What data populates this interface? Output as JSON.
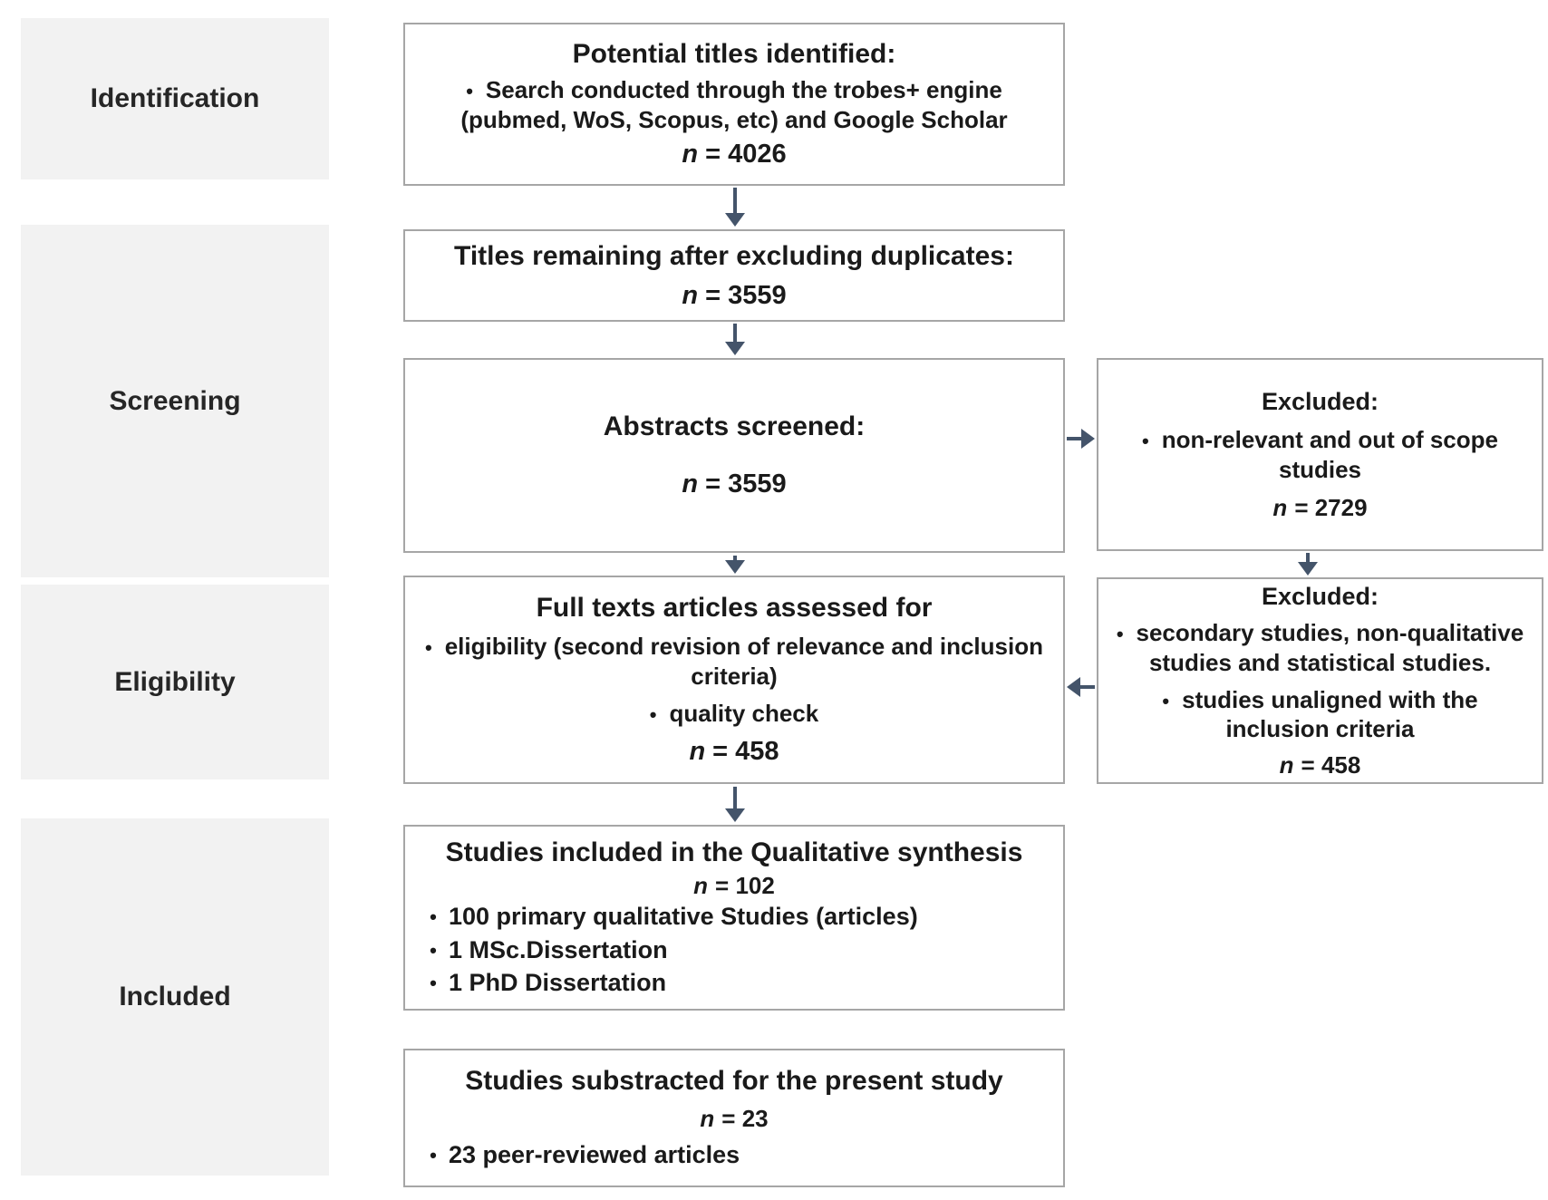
{
  "colors": {
    "stage_fill": "#f2f2f2",
    "box_border": "#a6a6a6",
    "arrow": "#44546a",
    "text": "#1a1a1a"
  },
  "glyphs": {
    "bullet": "•"
  },
  "stages": [
    {
      "label": "Identification"
    },
    {
      "label": "Screening"
    },
    {
      "label": "Eligibility"
    },
    {
      "label": "Included"
    }
  ],
  "boxes": {
    "potential_titles": {
      "title": "Potential titles identified:",
      "bullets": [
        "Search conducted through the trobes+ engine (pubmed, WoS, Scopus, etc) and Google Scholar"
      ],
      "n_symbol": "n",
      "n_rest": "= 4026"
    },
    "titles_remaining": {
      "title": "Titles remaining after excluding duplicates:",
      "n_symbol": "n",
      "n_rest": "= 3559"
    },
    "abstracts_screened": {
      "title": "Abstracts screened:",
      "n_symbol": "n",
      "n_rest": "= 3559"
    },
    "full_texts": {
      "title": "Full texts articles assessed for",
      "bullets": [
        "eligibility (second revision of relevance and inclusion criteria)",
        "quality check"
      ],
      "n_symbol": "n",
      "n_rest": "= 458"
    },
    "qualitative_synthesis": {
      "title": "Studies included in the Qualitative synthesis",
      "n_symbol": "n",
      "n_rest": "= 102",
      "bullets": [
        "100 primary qualitative Studies (articles)",
        "1 MSc.Dissertation",
        "1 PhD Dissertation"
      ]
    },
    "present_study": {
      "title": "Studies substracted for the present study",
      "n_symbol": "n",
      "n_rest": "= 23",
      "bullets": [
        "23 peer-reviewed articles"
      ]
    },
    "excluded_screening": {
      "title": "Excluded:",
      "bullets": [
        "non-relevant and out of scope studies"
      ],
      "n_symbol": "n",
      "n_rest": "= 2729"
    },
    "excluded_eligibility": {
      "title": "Excluded:",
      "bullets": [
        "secondary studies, non-qualitative studies and statistical studies.",
        "studies unaligned with the inclusion criteria"
      ],
      "n_symbol": "n",
      "n_rest": "= 458"
    }
  }
}
